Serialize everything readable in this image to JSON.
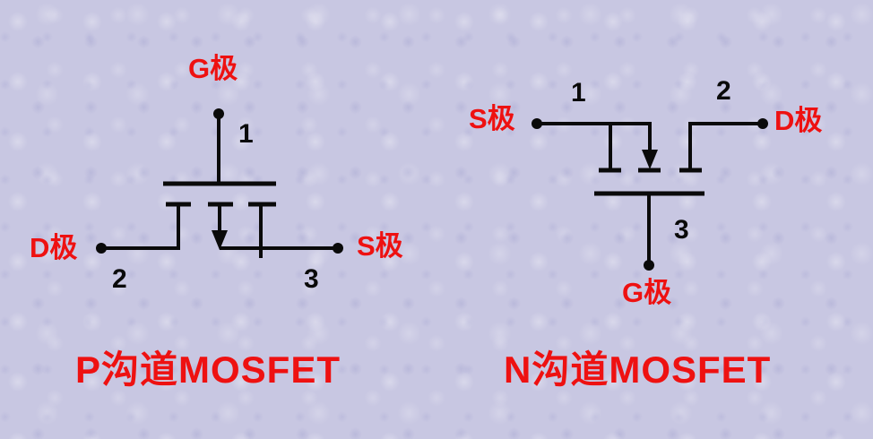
{
  "colors": {
    "background": "#c8c7e2",
    "label_red": "#ee1111",
    "line_black": "#0a0a0a"
  },
  "p_mosfet": {
    "title": "P沟道MOSFET",
    "terminals": {
      "gate": "G极",
      "drain": "D极",
      "source": "S极"
    },
    "pins": {
      "gate": "1",
      "drain": "2",
      "source": "3"
    }
  },
  "n_mosfet": {
    "title": "N沟道MOSFET",
    "terminals": {
      "source": "S极",
      "drain": "D极",
      "gate": "G极"
    },
    "pins": {
      "source": "1",
      "drain": "2",
      "gate": "3"
    }
  }
}
